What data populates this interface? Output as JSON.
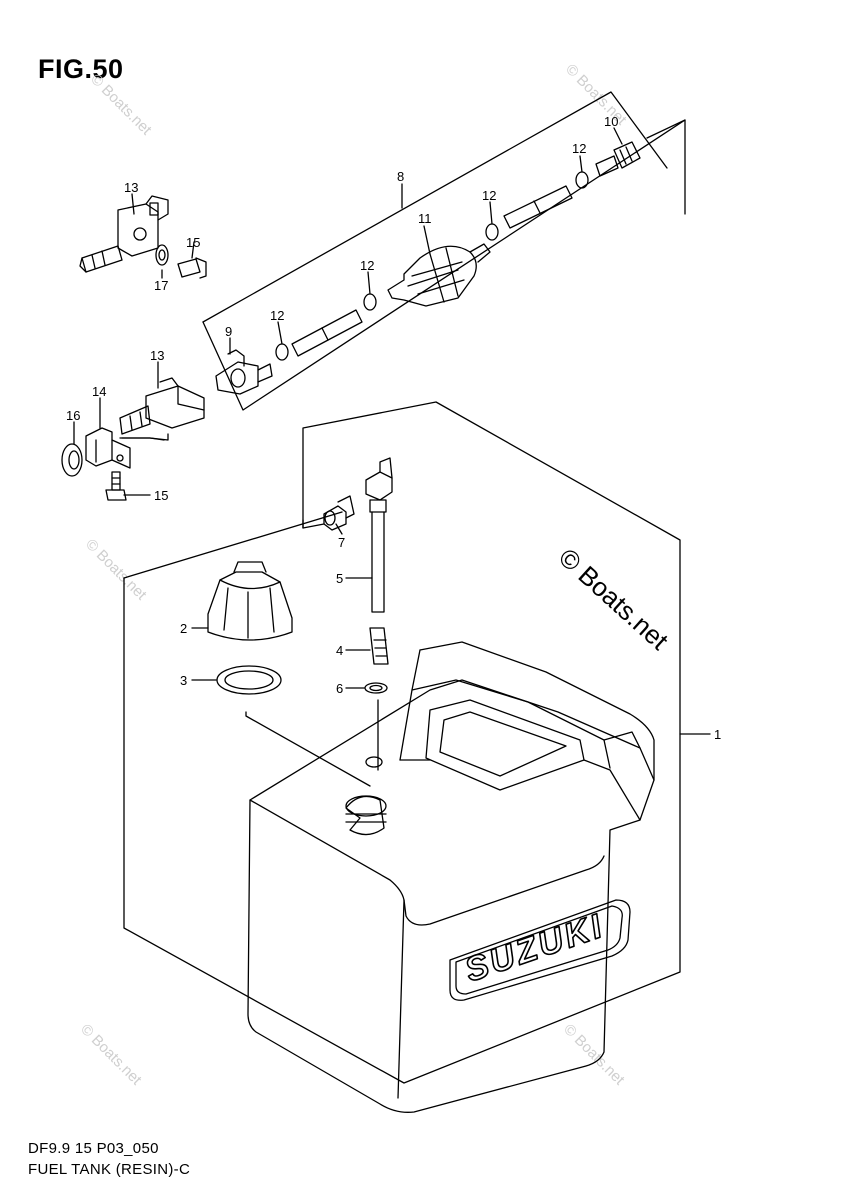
{
  "figure": {
    "title": "FIG.50",
    "code": "DF9.9 15 P03_050",
    "description": "FUEL TANK (RESIN)-C"
  },
  "watermark": {
    "text": "© Boats.net",
    "prominent_text": "© Boats.net"
  },
  "brand_label": "SUZUKI",
  "callouts": [
    {
      "id": "c1",
      "label": "1"
    },
    {
      "id": "c2",
      "label": "2"
    },
    {
      "id": "c3",
      "label": "3"
    },
    {
      "id": "c4",
      "label": "4"
    },
    {
      "id": "c5",
      "label": "5"
    },
    {
      "id": "c6",
      "label": "6"
    },
    {
      "id": "c7",
      "label": "7"
    },
    {
      "id": "c8",
      "label": "8"
    },
    {
      "id": "c9",
      "label": "9"
    },
    {
      "id": "c10",
      "label": "10"
    },
    {
      "id": "c11",
      "label": "11"
    },
    {
      "id": "c12a",
      "label": "12"
    },
    {
      "id": "c12b",
      "label": "12"
    },
    {
      "id": "c12c",
      "label": "12"
    },
    {
      "id": "c12d",
      "label": "12"
    },
    {
      "id": "c13a",
      "label": "13"
    },
    {
      "id": "c13b",
      "label": "13"
    },
    {
      "id": "c14",
      "label": "14"
    },
    {
      "id": "c15a",
      "label": "15"
    },
    {
      "id": "c15b",
      "label": "15"
    },
    {
      "id": "c16",
      "label": "16"
    },
    {
      "id": "c17",
      "label": "17"
    }
  ]
}
